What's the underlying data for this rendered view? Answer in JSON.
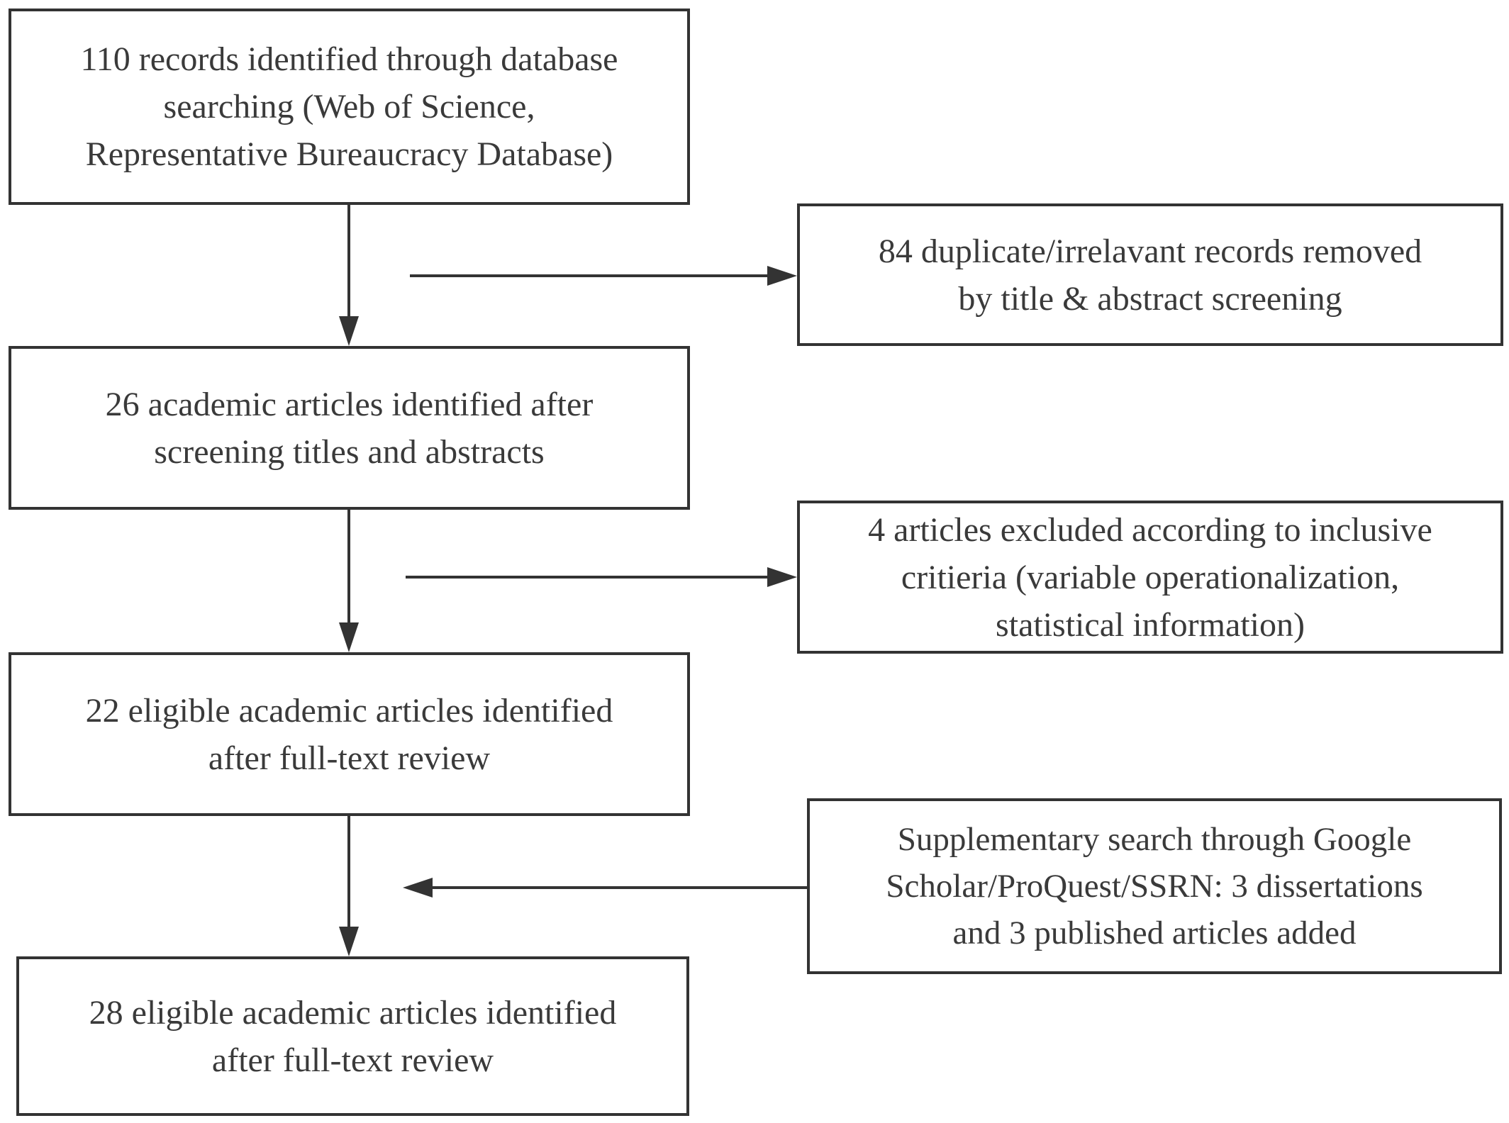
{
  "flowchart": {
    "boxes": [
      {
        "id": "b1",
        "text": "110 records identified through database\nsearching (Web of Science,\nRepresentative Bureaucracy Database)"
      },
      {
        "id": "b2",
        "text": "84 duplicate/irrelavant records removed\nby title & abstract screening"
      },
      {
        "id": "b3",
        "text": "26 academic articles identified after\nscreening titles and abstracts"
      },
      {
        "id": "b4",
        "text": "4 articles excluded according to inclusive\ncritieria (variable operationalization,\nstatistical information)"
      },
      {
        "id": "b5",
        "text": "22 eligible academic articles identified\nafter full-text review"
      },
      {
        "id": "b6",
        "text": "Supplementary search through Google\nScholar/ProQuest/SSRN: 3 dissertations\nand 3 published articles added"
      },
      {
        "id": "b7",
        "text": "28 eligible academic articles identified\nafter full-text review"
      }
    ],
    "connections": [
      {
        "from": "b1",
        "to": "b3"
      },
      {
        "from": "b3",
        "to": "b5"
      },
      {
        "from": "b5",
        "to": "b7"
      },
      {
        "from": "main-flow",
        "to": "b2"
      },
      {
        "from": "main-flow",
        "to": "b4"
      },
      {
        "from": "b6",
        "to": "main-flow"
      }
    ],
    "line_color": "#333333"
  }
}
